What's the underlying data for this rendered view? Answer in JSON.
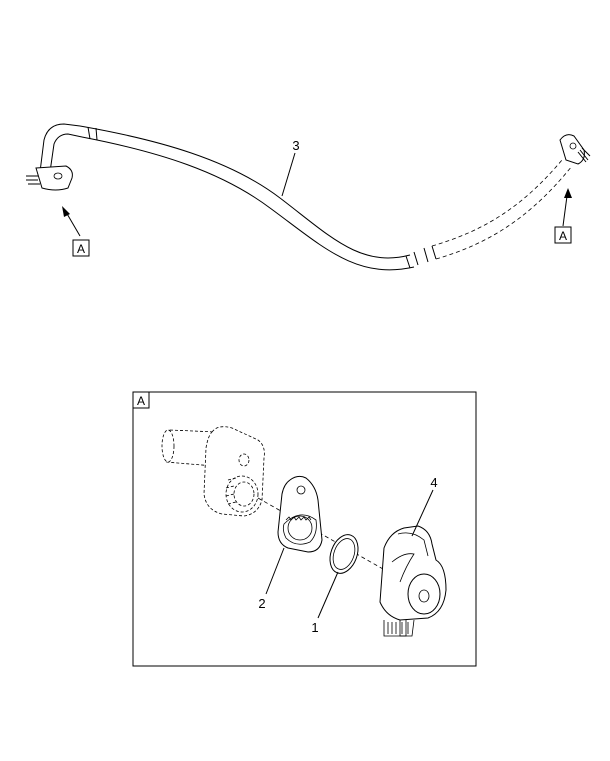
{
  "callouts": {
    "hose": "3",
    "gasket": "2",
    "o_ring": "1",
    "connector": "4"
  },
  "view_refs": {
    "left": "A",
    "right": "A",
    "detail": "A"
  }
}
